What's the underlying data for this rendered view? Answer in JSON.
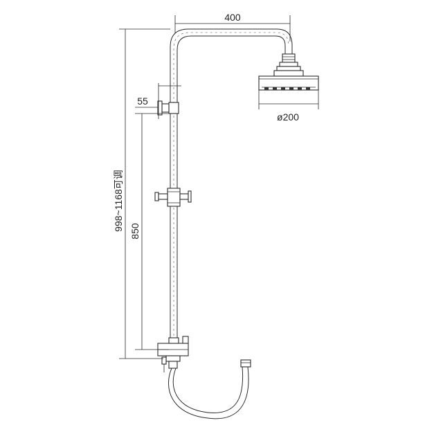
{
  "dimensions": {
    "arm_length": "400",
    "head_diameter": "ø200",
    "wall_offset": "55",
    "mount_distance": "850",
    "height_range": "998~1168可调"
  }
}
